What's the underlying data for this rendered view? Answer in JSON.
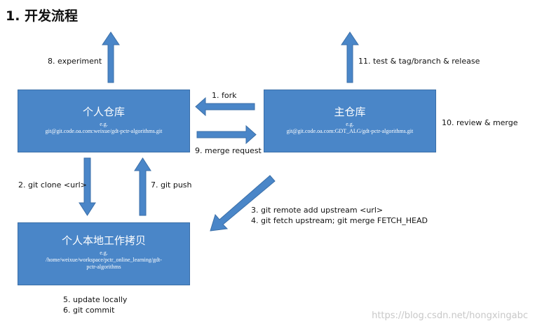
{
  "heading": "1. 开发流程",
  "boxes": {
    "personal": {
      "title": "个人仓库",
      "eg": "e.g.",
      "url": "git@git.code.oa.com:weixue/gdt-pctr-algorithms.git"
    },
    "main": {
      "title": "主仓库",
      "eg": "e.g.",
      "url": "git@git.code.oa.com:GDT_ALG/gdt-pctr-algorithms.git"
    },
    "local": {
      "title": "个人本地工作拷贝",
      "eg": "e.g.",
      "path": "/home/weixue/workspace/pctr_online_learning/gdt-pctr-algorithms"
    }
  },
  "labels": {
    "experiment": "8. experiment",
    "test_release": "11. test & tag/branch & release",
    "fork": "1. fork",
    "review_merge": "10. review & merge",
    "merge_request": "9. merge request",
    "git_clone": "2. git clone <url>",
    "git_push": "7. git push",
    "remote_add": "3. git remote add upstream <url>",
    "fetch_merge": "4. git fetch upstream; git merge FETCH_HEAD",
    "update_locally": "5. update locally",
    "git_commit": "6. git commit"
  },
  "watermark": "https://blog.csdn.net/hongxingabc",
  "colors": {
    "box_fill": "#4a86c8",
    "arrow_fill": "#4a86c8",
    "box_text": "#ffffff"
  }
}
